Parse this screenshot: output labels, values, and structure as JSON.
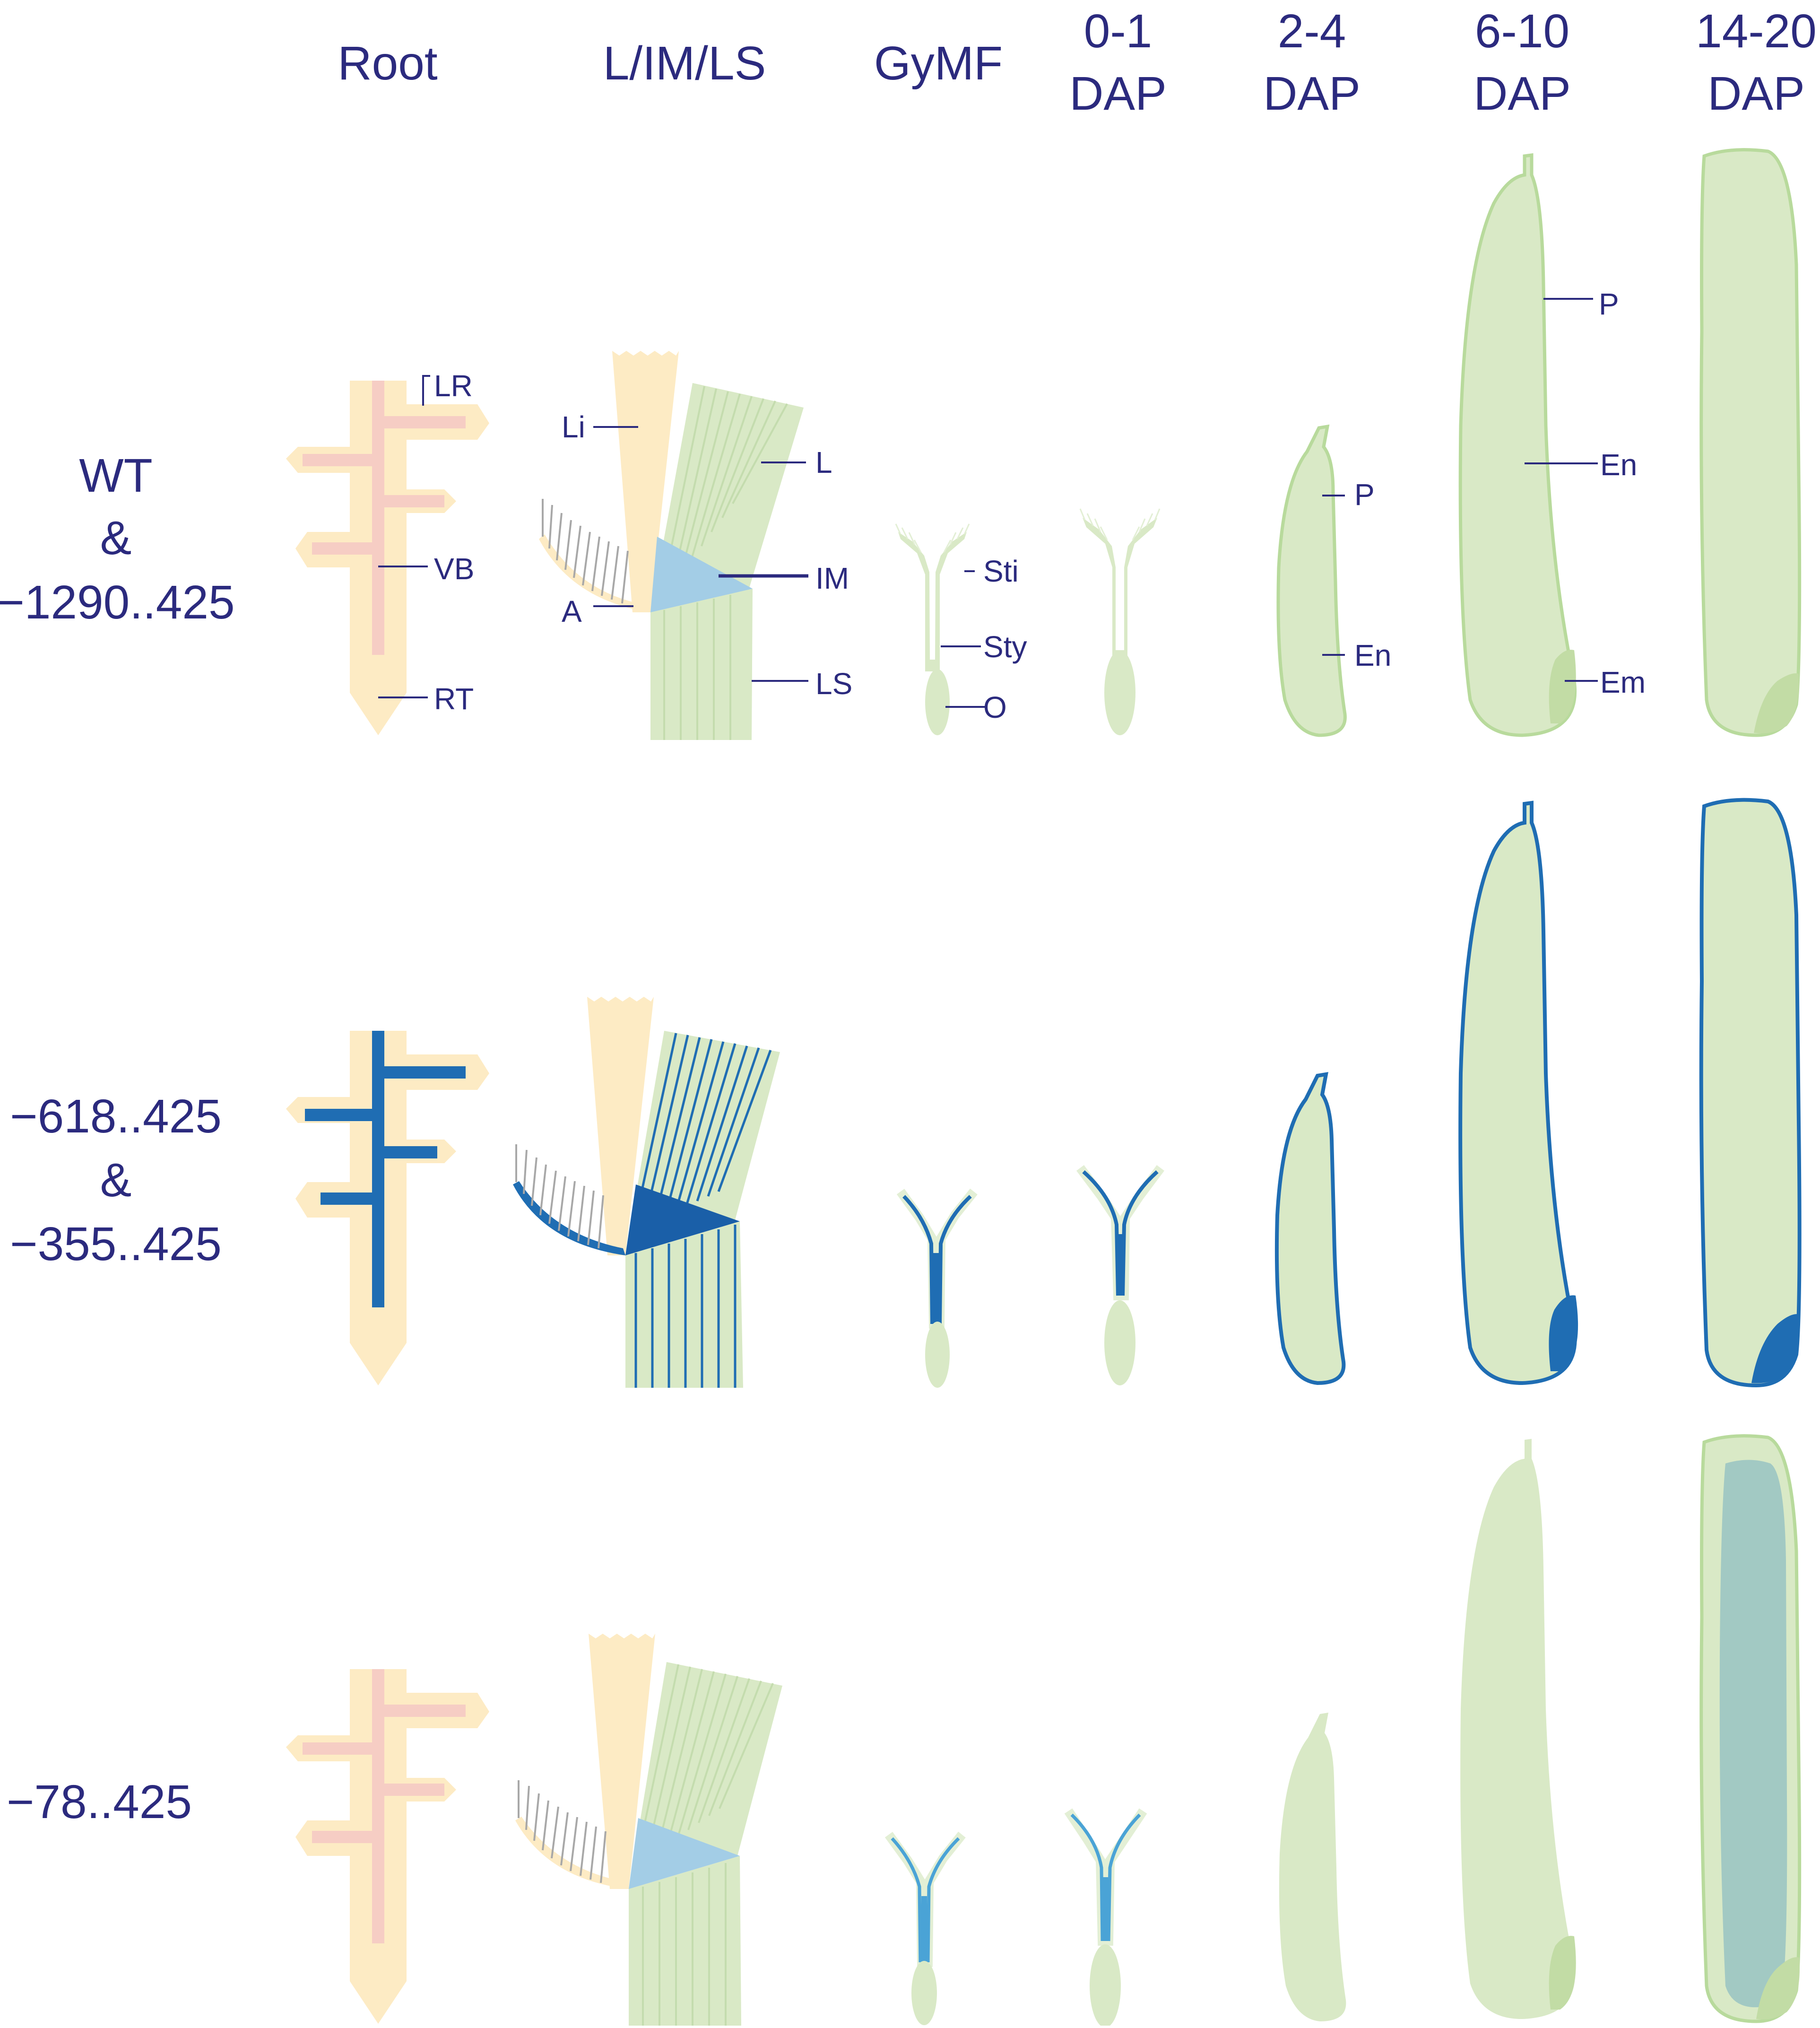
{
  "figure": {
    "columns": [
      "Root",
      "L/IM/LS",
      "GyMF",
      "0-1",
      "DAP",
      "2-4",
      "DAP",
      "6-10",
      "DAP",
      "14-20",
      "DAP"
    ],
    "rows": [
      {
        "label_lines": [
          "WT",
          "&",
          "−1290..425"
        ]
      },
      {
        "label_lines": [
          "−618..425",
          "&",
          "−355..425"
        ]
      },
      {
        "label_lines": [
          "−78..425"
        ]
      }
    ],
    "annotations": {
      "root": [
        "LR",
        "VB",
        "RT"
      ],
      "leaf": [
        "Li",
        "L",
        "IM",
        "A",
        "LS"
      ],
      "flower": [
        "Sti",
        "Sty",
        "O"
      ],
      "seed_2_4": [
        "P",
        "En"
      ],
      "seed_6_10": [
        "P",
        "En",
        "Em"
      ]
    },
    "colors": {
      "label_text": "#2b2a7e",
      "root_fill": "#fdebc4",
      "vascular_wt": "#f6cdc4",
      "tissue_green": "#d9e9c6",
      "tissue_outline": "#b8da9c",
      "stripe_green": "#c4dcae",
      "embryo_green": "#c2dca5",
      "gus_strong": "#1f6db3",
      "gus_dark": "#1a5fa8",
      "gus_light": "#a3cde6",
      "gus_light_line": "#4aa3d6",
      "endosperm_gus": "#a2c9c3",
      "awn_grey": "#a8a8a8"
    }
  }
}
